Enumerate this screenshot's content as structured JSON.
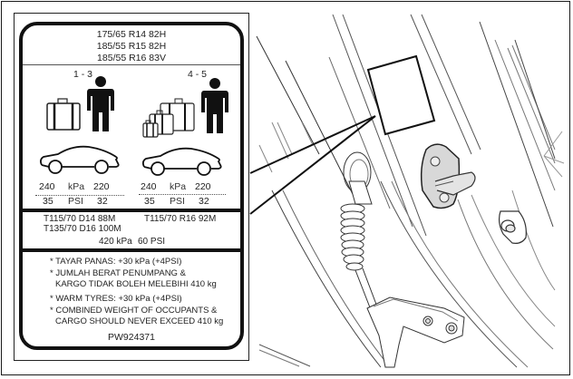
{
  "label": {
    "tyre_sizes": [
      "175/65 R14 82H",
      "185/55 R15 82H",
      "185/55 R16 83V"
    ],
    "load_configs": [
      {
        "occupants": "1 - 3",
        "luggage_icon": "single-suitcase-icon",
        "person_icon": "person-icon",
        "car_icon": "sedan-car-icon",
        "front_kpa": "240",
        "kpa_unit": "kPa",
        "rear_kpa": "220",
        "front_psi": "35",
        "psi_unit": "PSI",
        "rear_psi": "32"
      },
      {
        "occupants": "4 - 5",
        "luggage_icon": "multiple-suitcases-icon",
        "person_icon": "person-icon",
        "car_icon": "sedan-car-icon",
        "front_kpa": "240",
        "kpa_unit": "kPa",
        "rear_kpa": "220",
        "front_psi": "35",
        "psi_unit": "PSI",
        "rear_psi": "32"
      }
    ],
    "spare_tyres": [
      "T115/70 D14 88M",
      "T135/70 D16 100M",
      "T115/70 R16 92M"
    ],
    "spare_pressure": {
      "kpa": "420 kPa",
      "psi": "60 PSI"
    },
    "notes_malay": [
      "* TAYAR PANAS: +30 kPa (+4PSI)",
      "* JUMLAH BERAT PENUMPANG &",
      "KARGO TIDAK BOLEH MELEBIHI 410 kg"
    ],
    "notes_english": [
      "* WARM TYRES: +30 kPa (+4PSI)",
      "* COMBINED WEIGHT OF OCCUPANTS &",
      "CARGO SHOULD NEVER EXCEED 410 kg"
    ],
    "part_number": "PW924371"
  },
  "illustration": {
    "subject": "door-pillar-with-tyre-label-location",
    "elements": [
      "label-sticker",
      "door-striker",
      "door-check-boot",
      "door-hinge",
      "rubber-bumper"
    ]
  },
  "colors": {
    "line": "#111111",
    "background": "#ffffff",
    "metal": "#d8d8d8"
  }
}
